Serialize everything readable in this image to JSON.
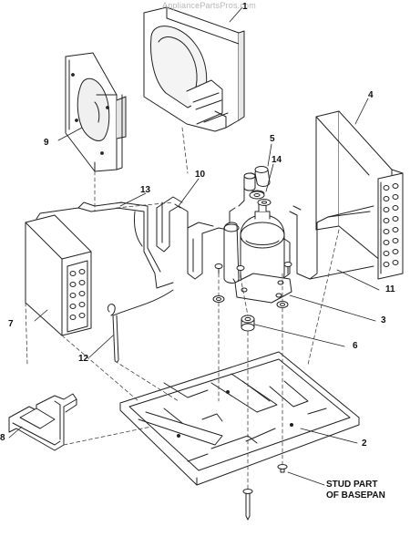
{
  "watermark": "AppliancePartsPros.com",
  "callouts": {
    "c1": "1",
    "c2": "2",
    "c3": "3",
    "c4": "4",
    "c5": "5",
    "c6": "6",
    "c7": "7",
    "c8": "8",
    "c9": "9",
    "c10": "10",
    "c11": "11",
    "c12": "12",
    "c13": "13",
    "c14": "14"
  },
  "note": {
    "line1": "STUD PART",
    "line2": "OF BASEPAN"
  },
  "colors": {
    "line": "#222222",
    "fill": "#ffffff",
    "shade": "#dcdcdc"
  }
}
